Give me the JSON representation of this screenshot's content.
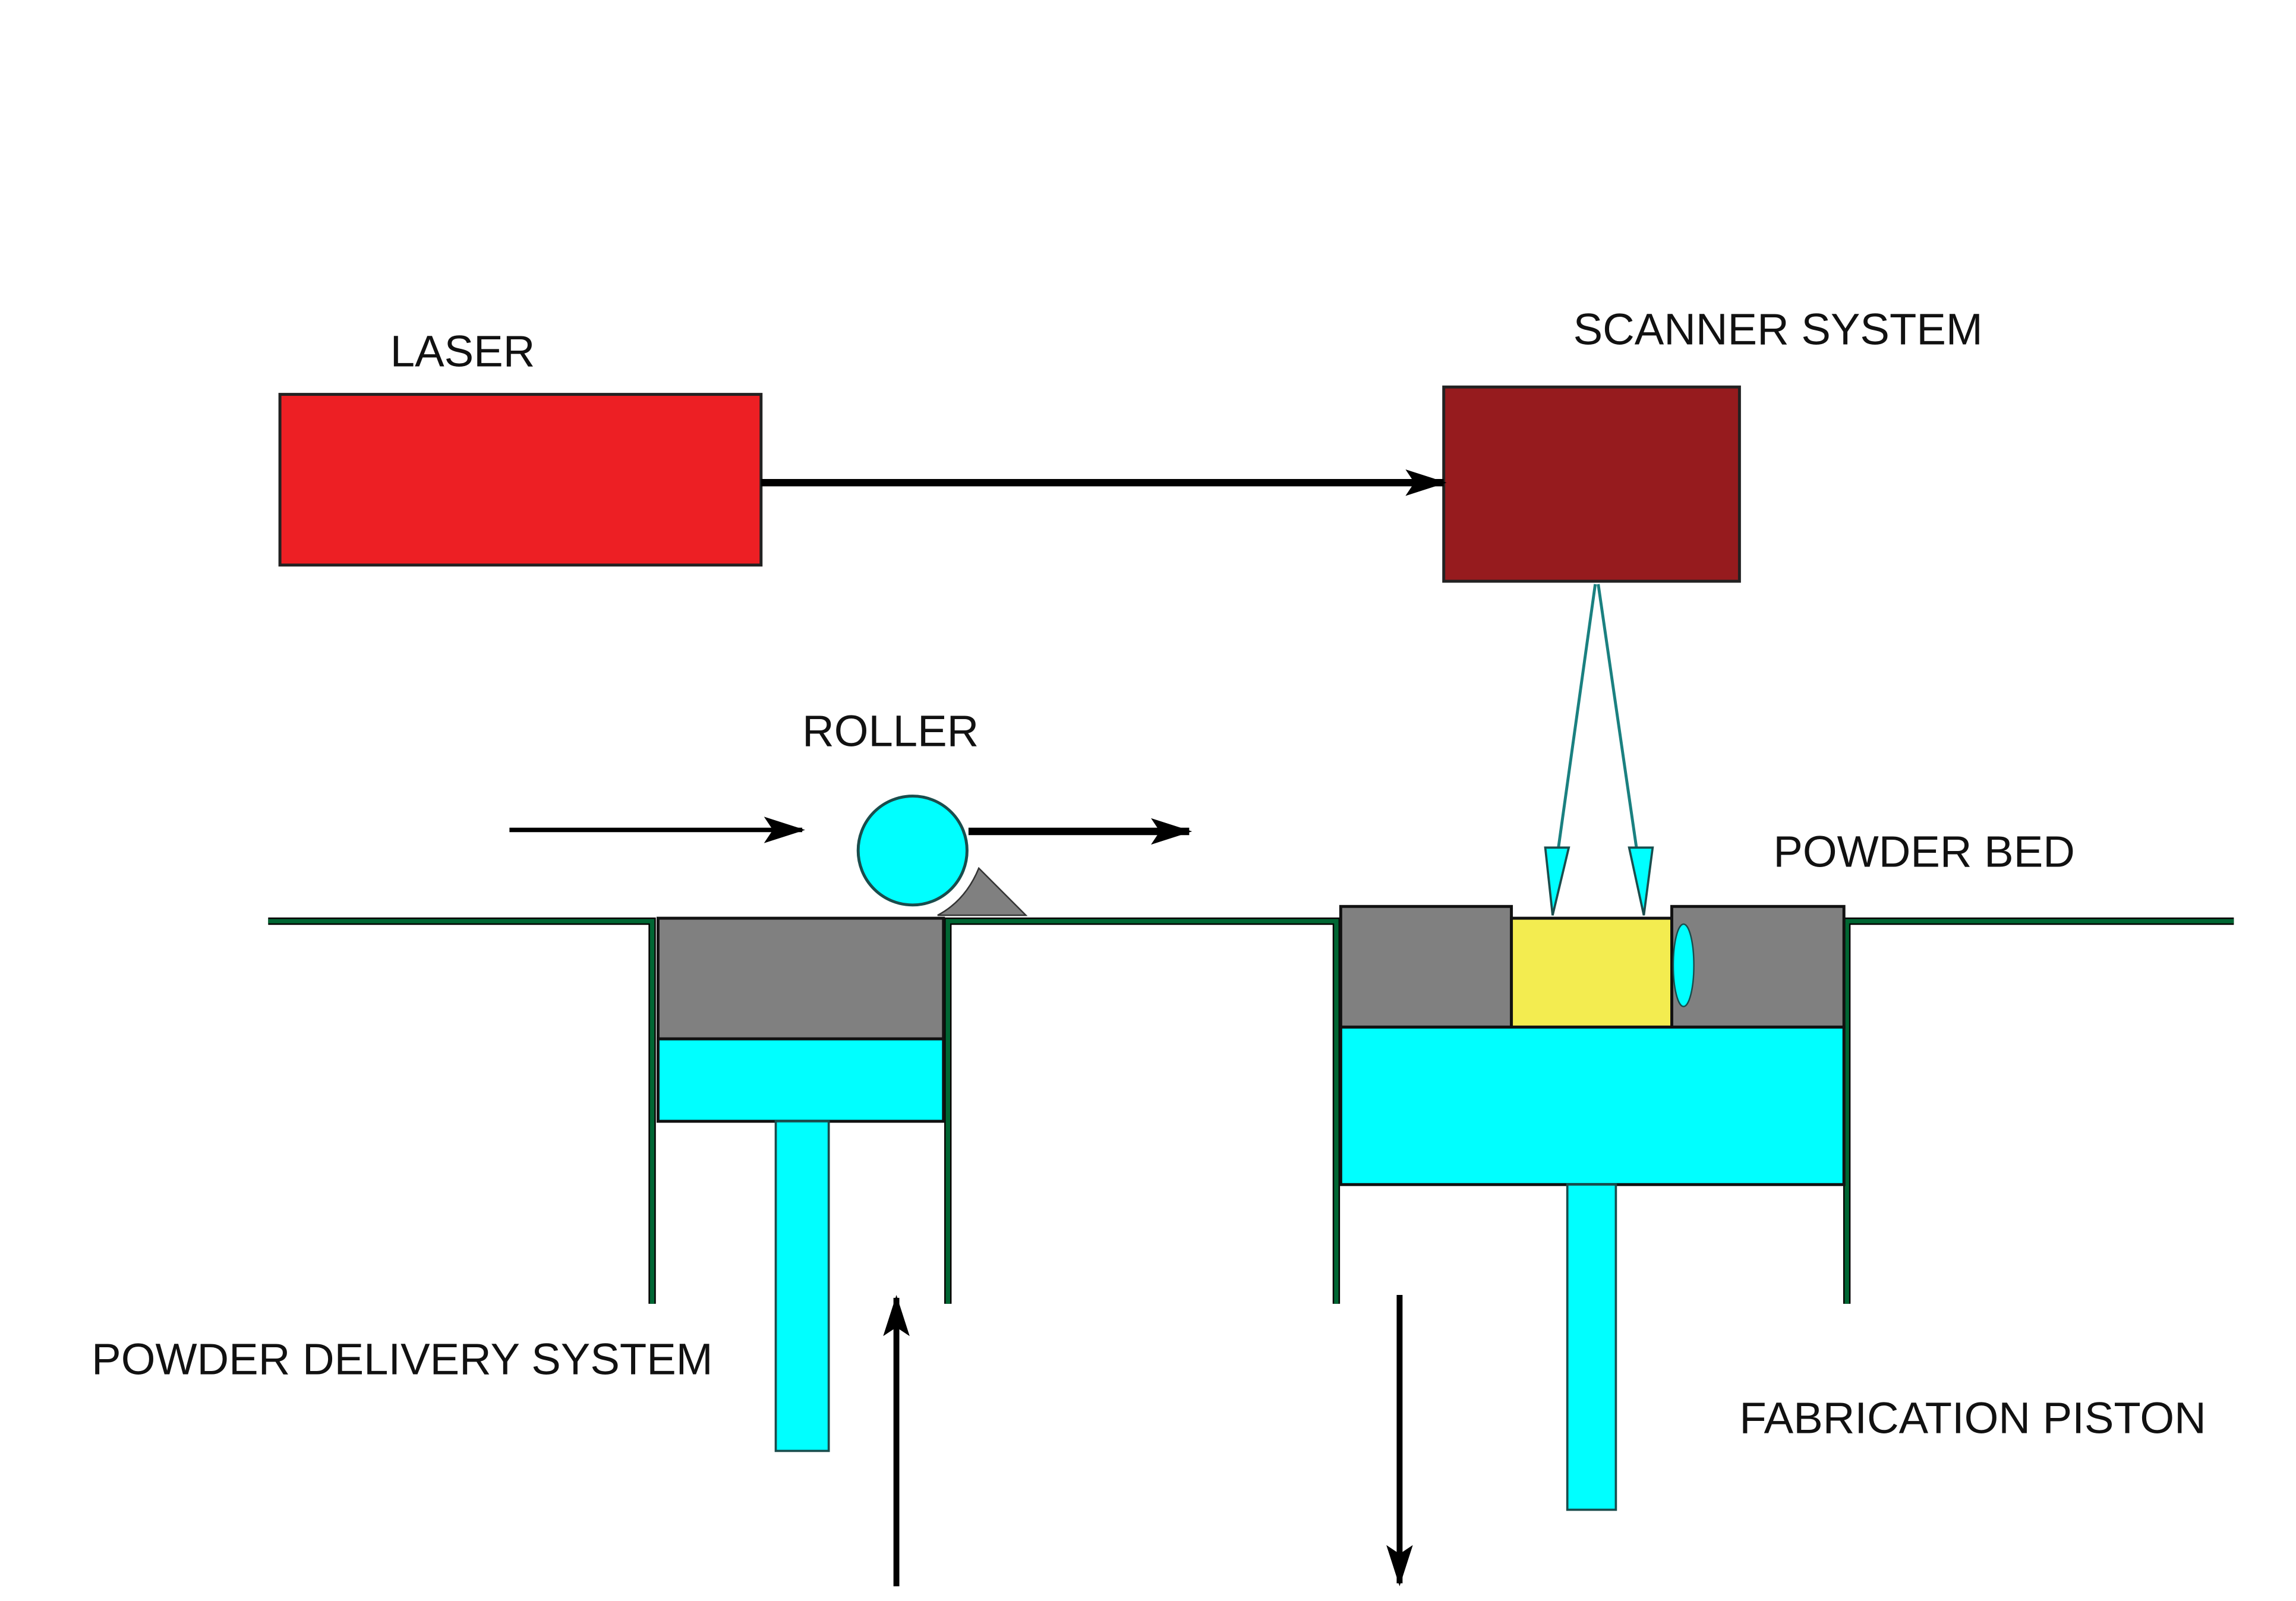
{
  "labels": {
    "laser": "LASER",
    "scanner": "SCANNER SYSTEM",
    "roller": "ROLLER",
    "powder_bed": "POWDER BED",
    "powder_delivery": "POWDER DELIVERY SYSTEM",
    "fabrication_piston": "FABRICATION PISTON"
  },
  "colors": {
    "laser": "#ed1f24",
    "scanner": "#961b1e",
    "piston": "#00ffff",
    "powder": "#808080",
    "part": "#f3ec50",
    "frame": "#006633",
    "arrow": "#000000"
  }
}
